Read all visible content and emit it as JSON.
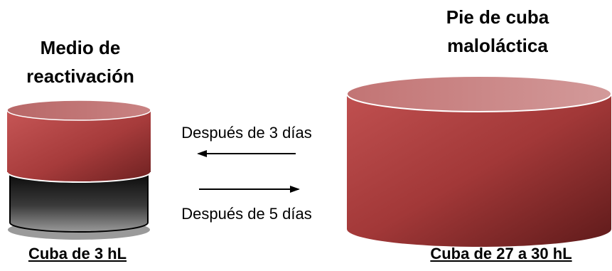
{
  "left_vessel": {
    "title_line1": "Medio de",
    "title_line2": "reactivación",
    "caption": "Cuba de 3 hL",
    "colors": {
      "wine": "#b84a4a",
      "base": "#1a1a1a"
    }
  },
  "right_vessel": {
    "title_line1": "Pie de cuba",
    "title_line2": "maloláctica",
    "caption": "Cuba de 27 a 30 hL",
    "colors": {
      "wine": "#a83e3e"
    }
  },
  "arrows": {
    "top_label": "Después de 3 días",
    "top_direction": "left",
    "bottom_label": "Después de 5 días",
    "bottom_direction": "right"
  }
}
